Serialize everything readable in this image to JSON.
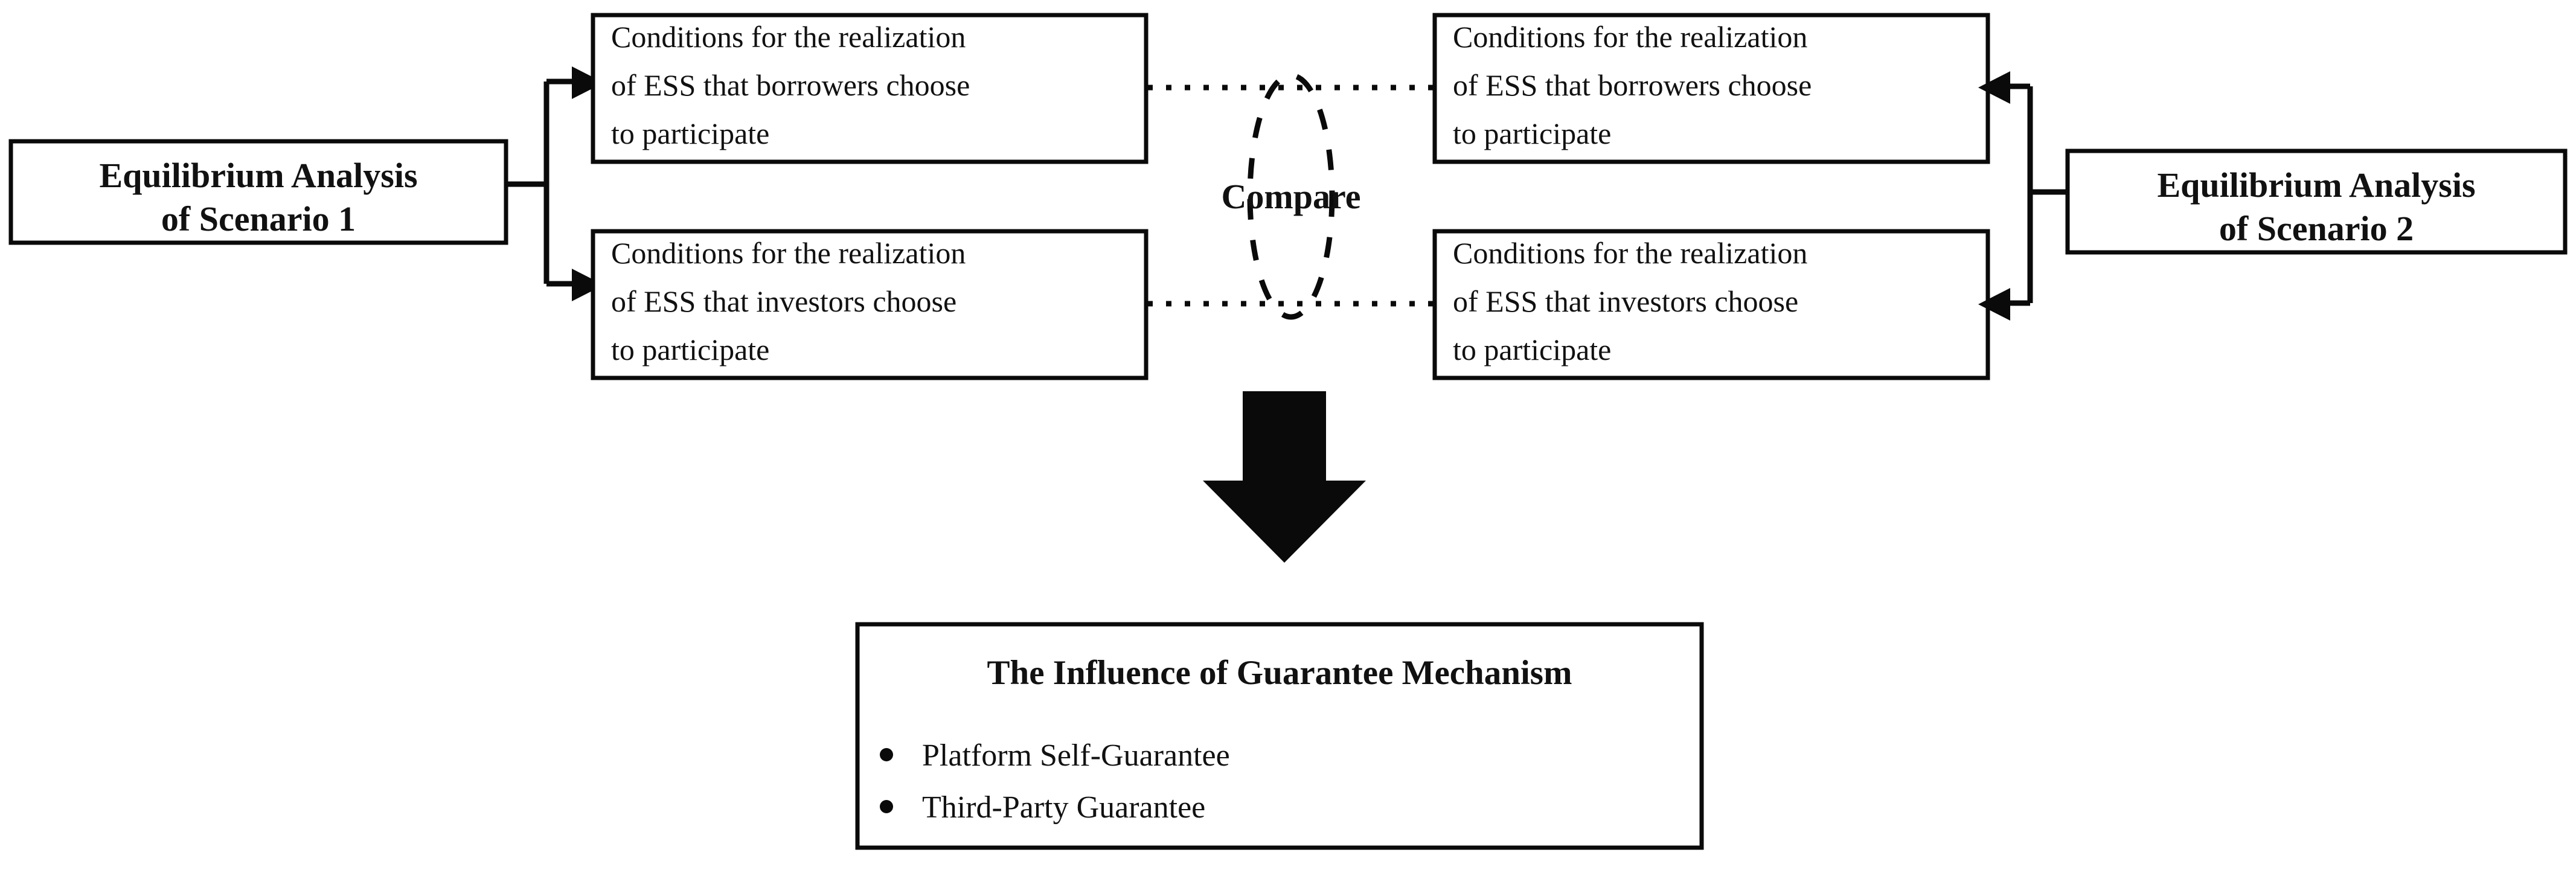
{
  "diagram": {
    "type": "flowchart",
    "title_visible": false,
    "colors": {
      "stroke": "#0a0a0a",
      "fill": "#ffffff",
      "text": "#111111"
    },
    "scenario1": {
      "line1": "Equilibrium Analysis",
      "line2": "of Scenario 1"
    },
    "scenario2": {
      "line1": "Equilibrium Analysis",
      "line2": "of Scenario 2"
    },
    "left_top_condition": {
      "line1": "Conditions for the realization",
      "line2": "of ESS that borrowers choose",
      "line3": "to participate"
    },
    "left_bottom_condition": {
      "line1": "Conditions for the realization",
      "line2": "of ESS that investors choose",
      "line3": "to participate"
    },
    "right_top_condition": {
      "line1": "Conditions for the realization",
      "line2": "of ESS that borrowers choose",
      "line3": "to participate"
    },
    "right_bottom_condition": {
      "line1": "Conditions for the realization",
      "line2": "of ESS that investors choose",
      "line3": "to participate"
    },
    "compare_label": "Compare",
    "result": {
      "title": "The Influence of Guarantee Mechanism",
      "bullets": [
        "Platform Self-Guarantee",
        "Third-Party Guarantee"
      ]
    }
  }
}
